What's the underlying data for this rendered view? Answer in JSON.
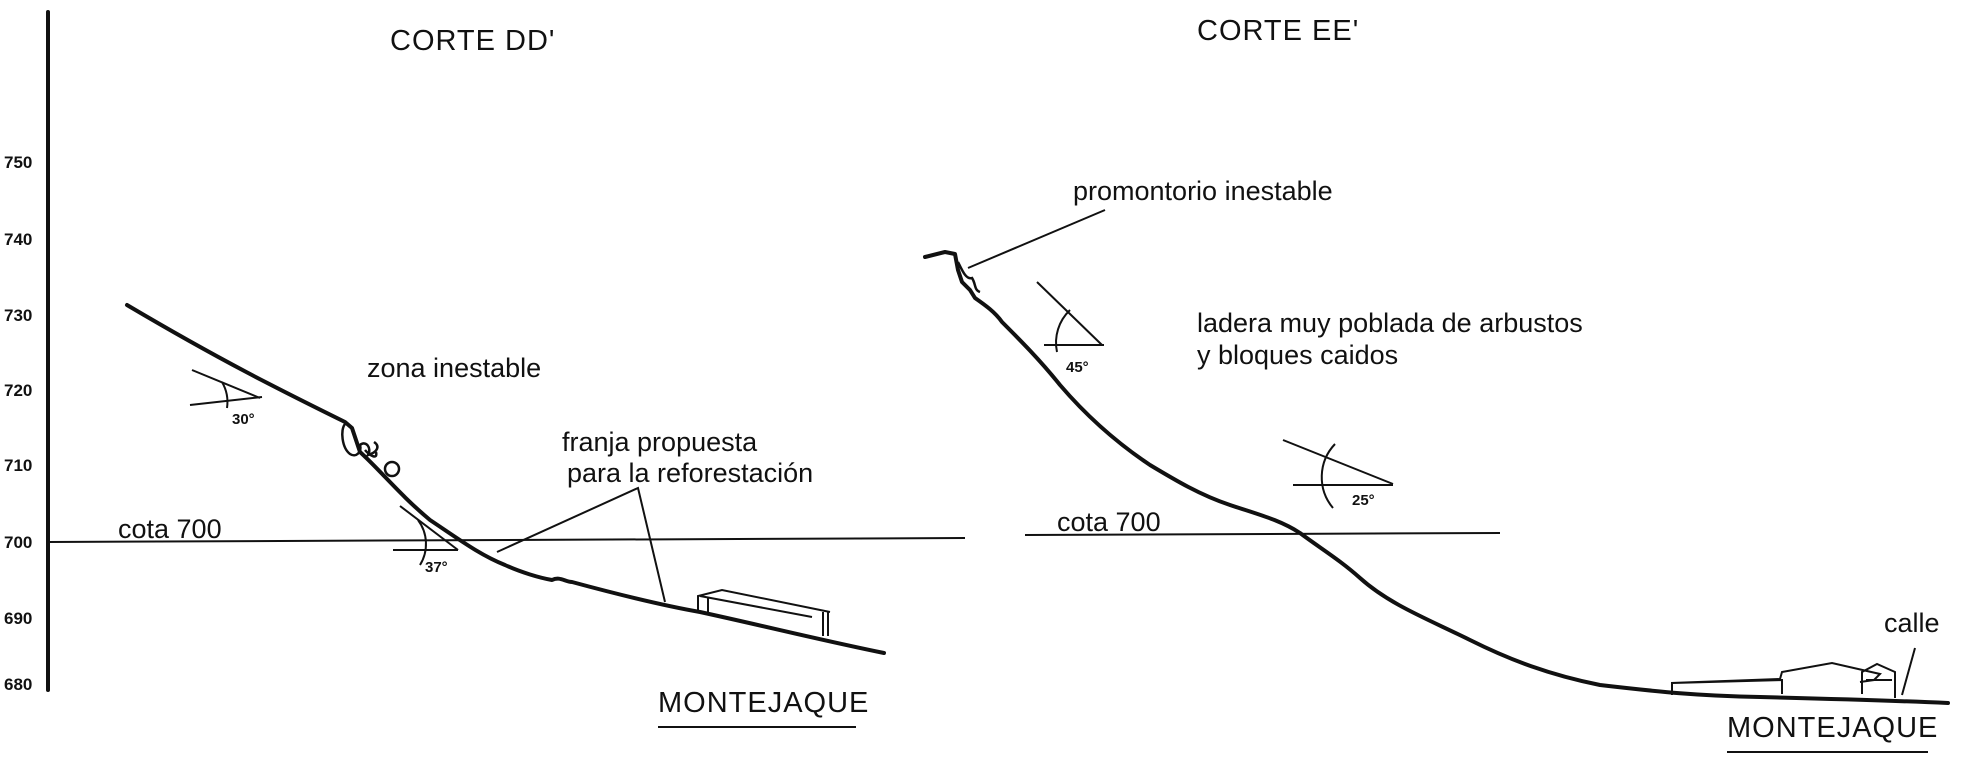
{
  "axis": {
    "ticks": [
      "750",
      "740",
      "730",
      "720",
      "710",
      "700",
      "690",
      "680"
    ]
  },
  "section_dd": {
    "title": "CORTE DD'",
    "cota_label": "cota 700",
    "unstable_zone": "zona inestable",
    "reforest_line1": "franja propuesta",
    "reforest_line2": "para la reforestación",
    "angle_upper": "30°",
    "angle_lower": "37°",
    "town": "MONTEJAQUE"
  },
  "section_ee": {
    "title": "CORTE EE'",
    "cota_label": "cota  700",
    "promontory": "promontorio  inestable",
    "slope_line1": "ladera muy poblada de  arbustos",
    "slope_line2": "y bloques  caidos",
    "angle_upper": "45°",
    "angle_lower": "25°",
    "street": "calle",
    "town": "MONTEJAQUE"
  }
}
